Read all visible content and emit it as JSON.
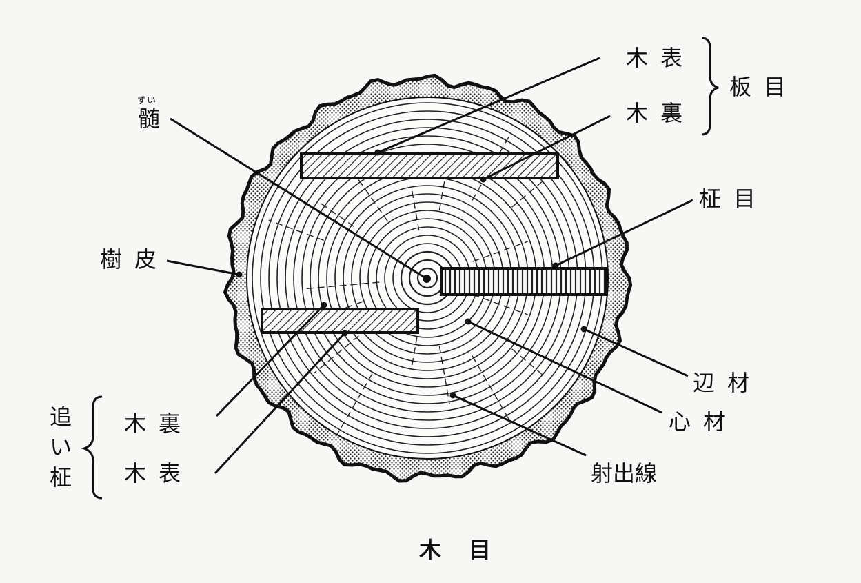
{
  "labels": {
    "pith_ruby": "ずい",
    "pith": "髄",
    "ita_me": "板目",
    "ita_face": "木表",
    "ita_back": "木裏",
    "masame": "柾目",
    "bark": "樹皮",
    "sapwood": "辺材",
    "heartwood": "心材",
    "rays": "射出線",
    "oimasa": "追い柾",
    "oi_back": "木裏",
    "oi_face": "木表",
    "caption": "木目"
  },
  "colors": {
    "ink": "#111111",
    "paper": "#f7f7f5"
  }
}
